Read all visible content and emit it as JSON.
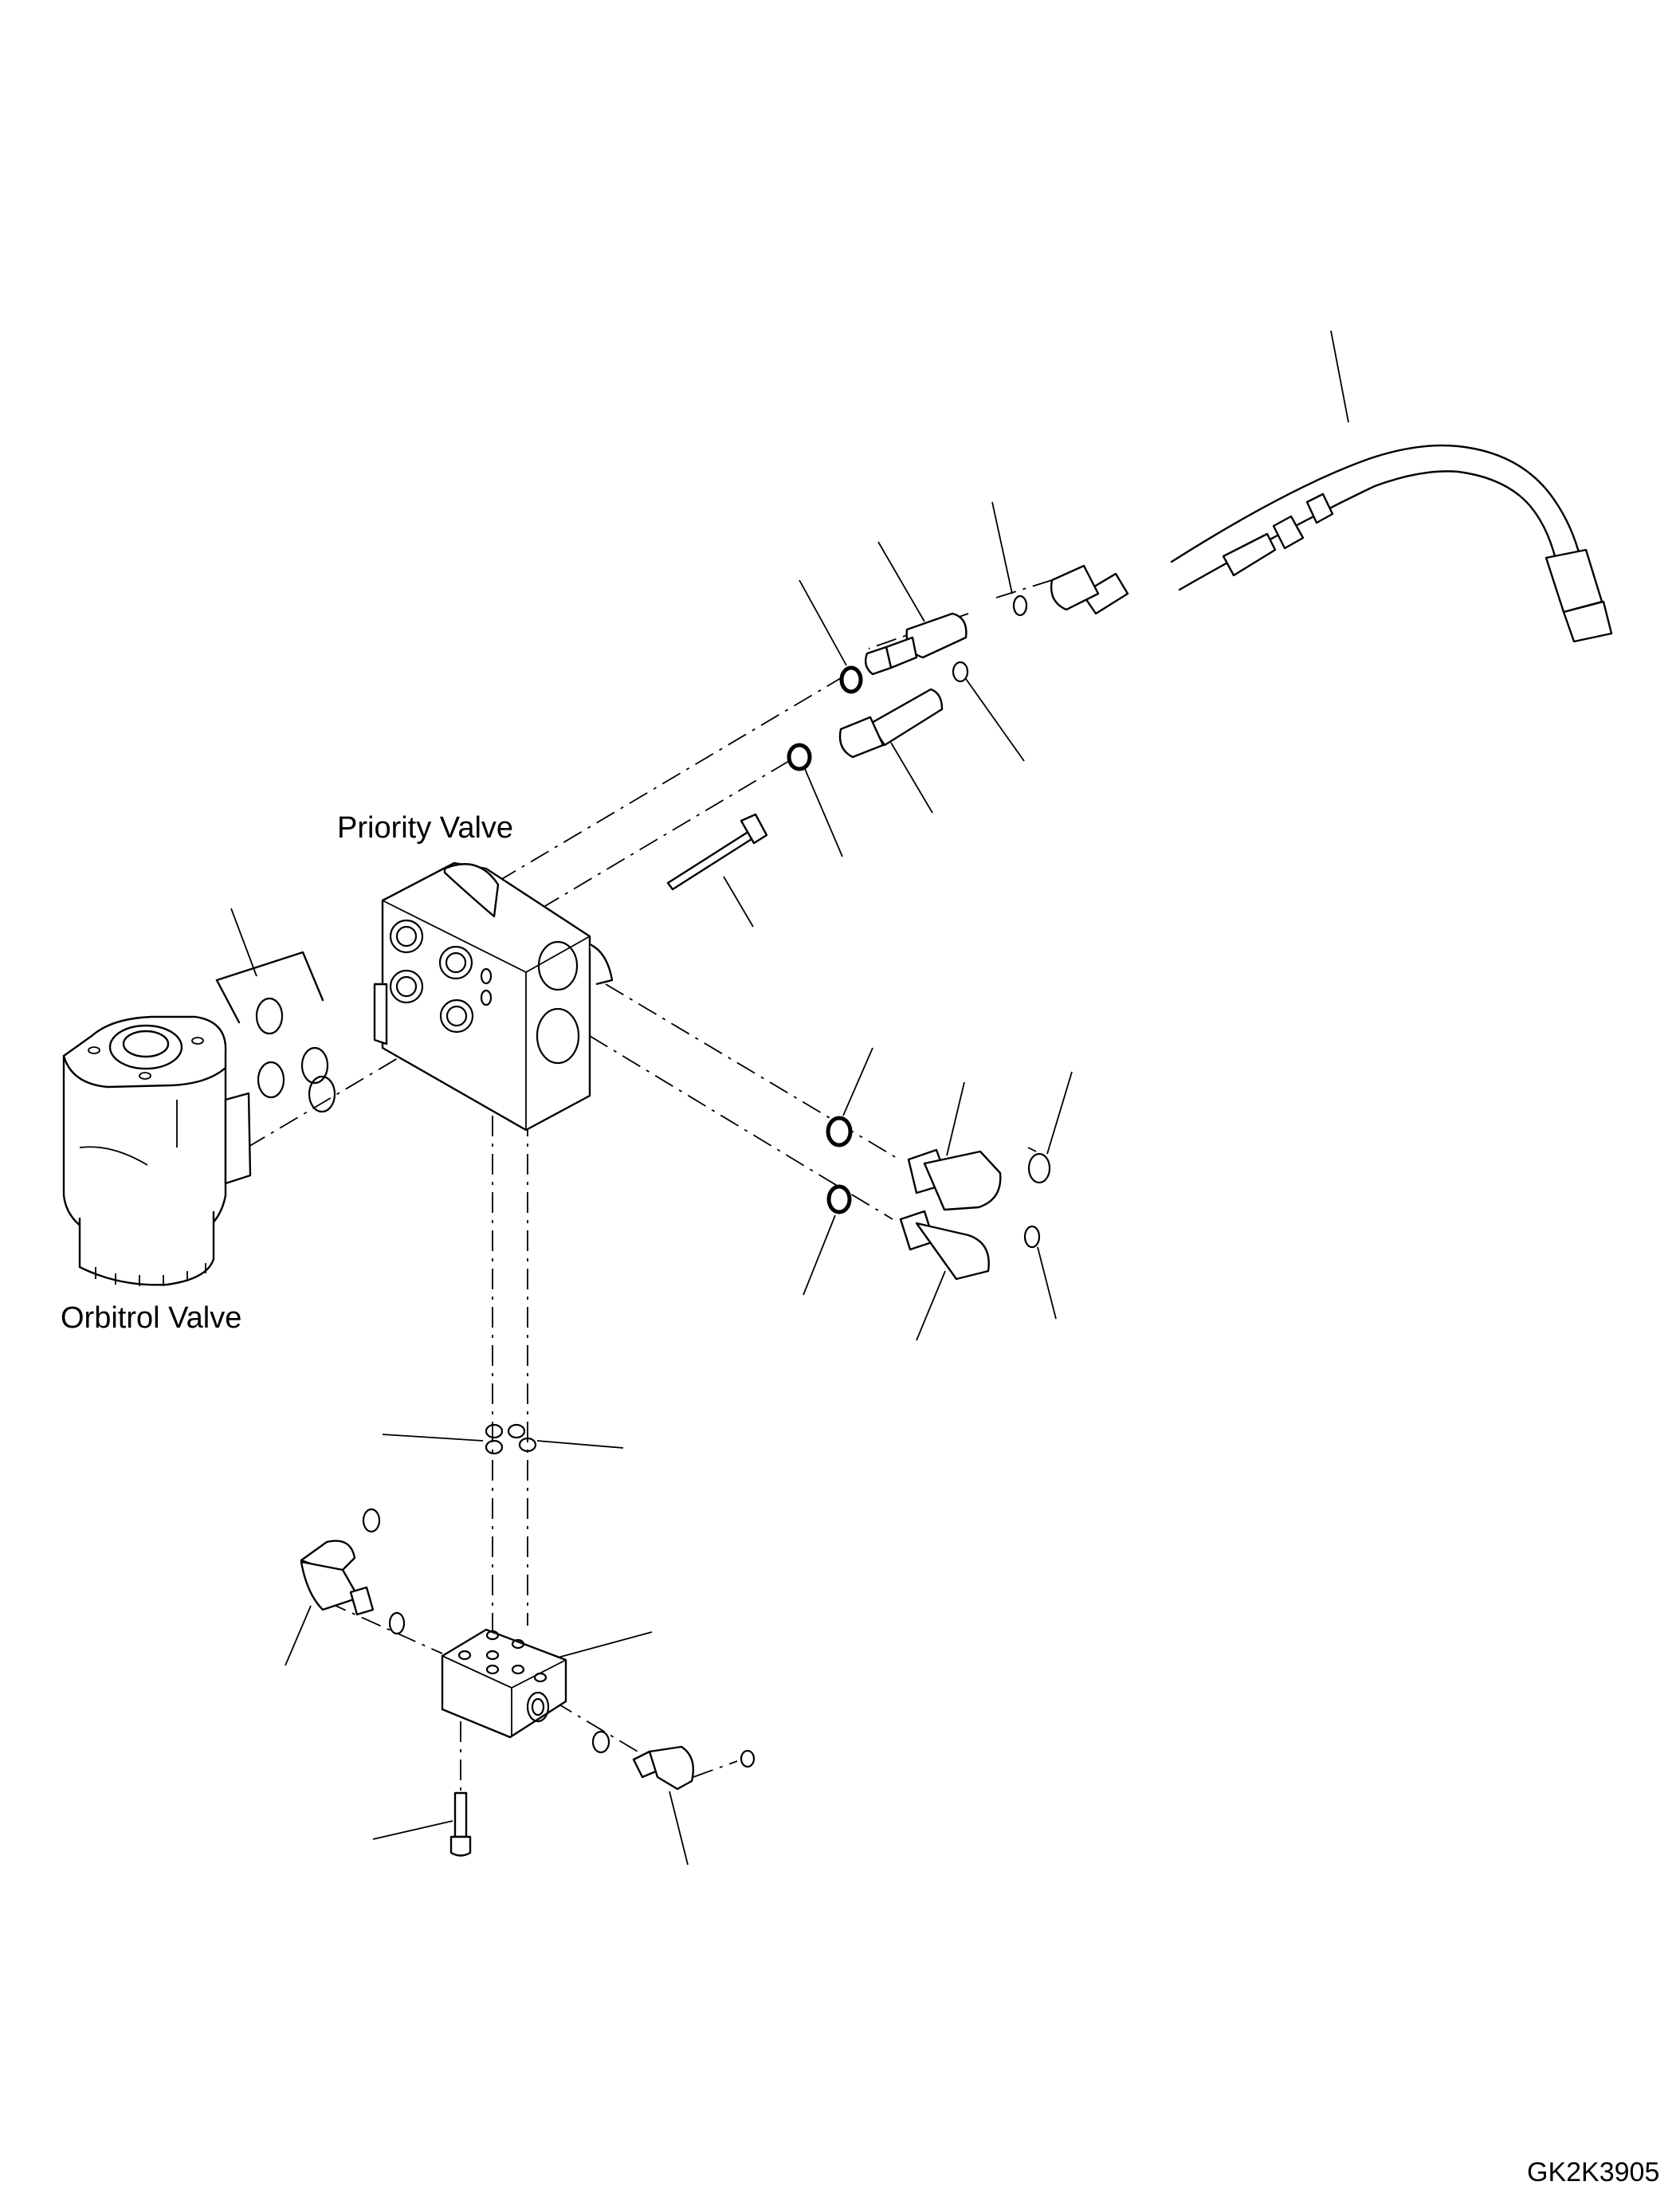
{
  "labels": {
    "priority_valve": "Priority Valve",
    "orbitrol_valve": "Orbitrol Valve",
    "drawing_code": "GK2K3905"
  },
  "colors": {
    "line": "#000000",
    "background": "#ffffff"
  }
}
